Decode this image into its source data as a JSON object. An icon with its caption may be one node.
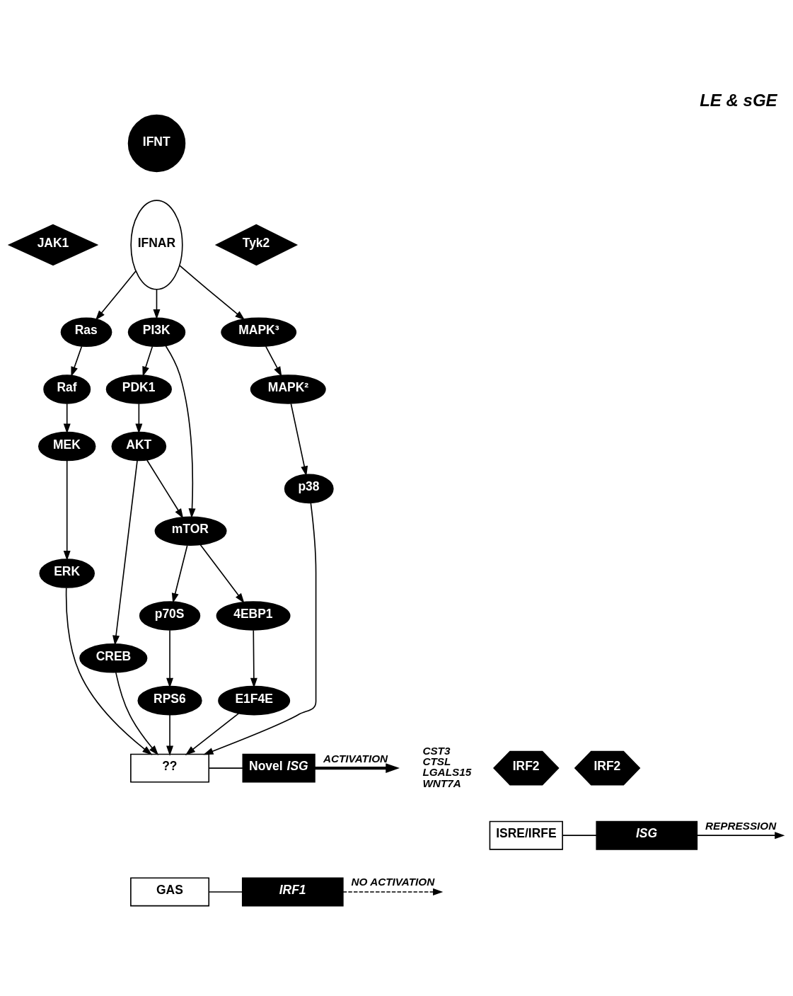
{
  "diagram": {
    "title": "LE & sGE",
    "nodes": [
      {
        "text": [
          "IFNT"
        ]
      },
      {
        "text": [
          "IFNAR"
        ]
      },
      {
        "text": [
          "JAK1"
        ]
      },
      {
        "text": [
          "Tyk2"
        ]
      },
      {
        "text": [
          "Ras"
        ]
      },
      {
        "text": [
          "PI3K"
        ]
      },
      {
        "text": [
          "MAPK³"
        ]
      },
      {
        "text": [
          "Raf"
        ]
      },
      {
        "text": [
          "PDK1"
        ]
      },
      {
        "text": [
          "MAPK²"
        ]
      },
      {
        "text": [
          "MEK"
        ]
      },
      {
        "text": [
          "AKT"
        ]
      },
      {
        "text": [
          "mTOR"
        ]
      },
      {
        "text": [
          "p38"
        ]
      },
      {
        "text": [
          "ERK"
        ]
      },
      {
        "text": [
          "CREB"
        ]
      },
      {
        "text": [
          "4EBP1"
        ]
      },
      {
        "text": [
          "p70S"
        ]
      },
      {
        "text": [
          "E1F4E"
        ]
      },
      {
        "text": [
          "RPS6"
        ]
      },
      {
        "text": [
          "??"
        ]
      },
      {
        "text": [
          "Novel *ISG*"
        ],
        "beside": [
          "CST3",
          "CTSL",
          "LGALS15",
          "WNT7A"
        ]
      },
      {
        "text": [
          "GAS"
        ]
      },
      {
        "text": [
          "IRF1"
        ]
      },
      {
        "text": [
          "IRF2"
        ]
      },
      {
        "text": [
          "IRF2"
        ]
      },
      {
        "text": [
          "ISRE/IRFE"
        ]
      },
      {
        "text": [
          "ISG"
        ]
      }
    ],
    "edges": [
      {
        "from": 1,
        "to": 5,
        "arrow": "to"
      },
      {
        "from": 1,
        "to": 4,
        "arrow": "to"
      },
      {
        "from": 1,
        "to": 6,
        "arrow": "to"
      },
      {
        "from": 4,
        "to": 7,
        "arrow": "to"
      },
      {
        "from": 5,
        "to": 8,
        "arrow": "to"
      },
      {
        "from": 5,
        "to": 12,
        "arrow": "to"
      },
      {
        "from": 6,
        "to": 9,
        "arrow": "to"
      },
      {
        "from": 7,
        "to": 10,
        "arrow": "to"
      },
      {
        "from": 8,
        "to": 11,
        "arrow": "to"
      },
      {
        "from": 9,
        "to": 13,
        "arrow": "to"
      },
      {
        "from": 10,
        "to": 14,
        "arrow": "to"
      },
      {
        "from": 11,
        "to": 12,
        "arrow": "to"
      },
      {
        "from": 11,
        "to": 15,
        "arrow": "to"
      },
      {
        "from": 12,
        "to": 16,
        "arrow": "to"
      },
      {
        "from": 12,
        "to": 17,
        "arrow": "to"
      },
      {
        "from": 16,
        "to": 18,
        "arrow": "to"
      },
      {
        "from": 17,
        "to": 19,
        "arrow": "to"
      },
      {
        "from": 15,
        "to": 20,
        "arrow": "to"
      },
      {
        "from": 18,
        "to": 20,
        "arrow": "to"
      },
      {
        "from": 19,
        "to": 20,
        "arrow": "to"
      },
      {
        "from": 13,
        "to": 20,
        "arrow": "to"
      },
      {
        "from": 14,
        "to": 20,
        "arrow": "to"
      },
      {
        "from": 20,
        "to": 21,
        "arrow": "none"
      },
      {
        "from": 21,
        "to": null,
        "arrow": "to",
        "label": "ACTIVATION",
        "style": "thick"
      },
      {
        "from": 22,
        "to": 23,
        "arrow": "none"
      },
      {
        "from": 23,
        "to": null,
        "arrow": "to",
        "label": "NO ACTIVATION",
        "style": "dashed"
      },
      {
        "from": 26,
        "to": 27,
        "arrow": "none"
      },
      {
        "from": 27,
        "to": null,
        "arrow": "to",
        "label": "REPRESSION"
      }
    ]
  }
}
